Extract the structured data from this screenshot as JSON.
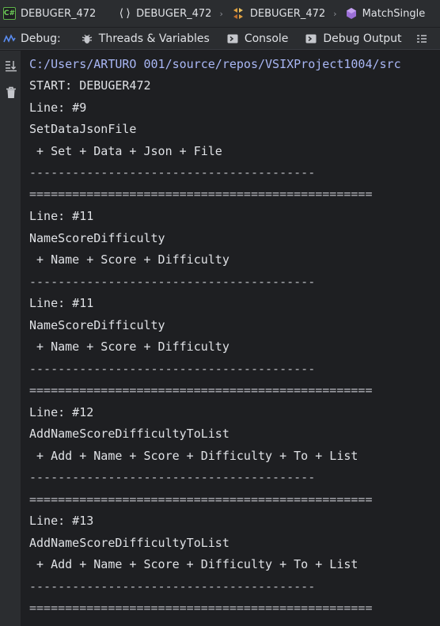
{
  "breadcrumb": {
    "items": [
      {
        "label": "DEBUGER_472",
        "icon": "csharp-project-icon"
      },
      {
        "label": "DEBUGER_472",
        "icon": "namespace-icon"
      },
      {
        "label": "DEBUGER_472",
        "icon": "class-icon"
      },
      {
        "label": "MatchSingle",
        "icon": "method-icon"
      }
    ]
  },
  "tabbar": {
    "debug_label": "Debug:",
    "tabs": [
      {
        "label": "Threads & Variables",
        "icon": "threads-icon",
        "active": false
      },
      {
        "label": "Console",
        "icon": "console-icon",
        "active": true
      },
      {
        "label": "Debug Output",
        "icon": "output-icon",
        "active": false
      }
    ]
  },
  "toolbar": {
    "buttons": [
      {
        "icon": "scroll-to-end-icon"
      },
      {
        "icon": "trash-icon"
      }
    ]
  },
  "console": {
    "lines": [
      "C:/Users/ARTURO 001/source/repos/VSIXProject1004/src",
      "START: DEBUGER472",
      "Line: #9",
      "SetDataJsonFile",
      " + Set + Data + Json + File",
      "----------------------------------------",
      "================================================",
      "Line: #11",
      "NameScoreDifficulty",
      " + Name + Score + Difficulty",
      "----------------------------------------",
      "Line: #11",
      "NameScoreDifficulty",
      " + Name + Score + Difficulty",
      "----------------------------------------",
      "================================================",
      "Line: #12",
      "AddNameScoreDifficultyToList",
      " + Add + Name + Score + Difficulty + To + List",
      "----------------------------------------",
      "================================================",
      "Line: #13",
      "AddNameScoreDifficultyToList",
      " + Add + Name + Score + Difficulty + To + List",
      "----------------------------------------",
      "================================================"
    ]
  }
}
